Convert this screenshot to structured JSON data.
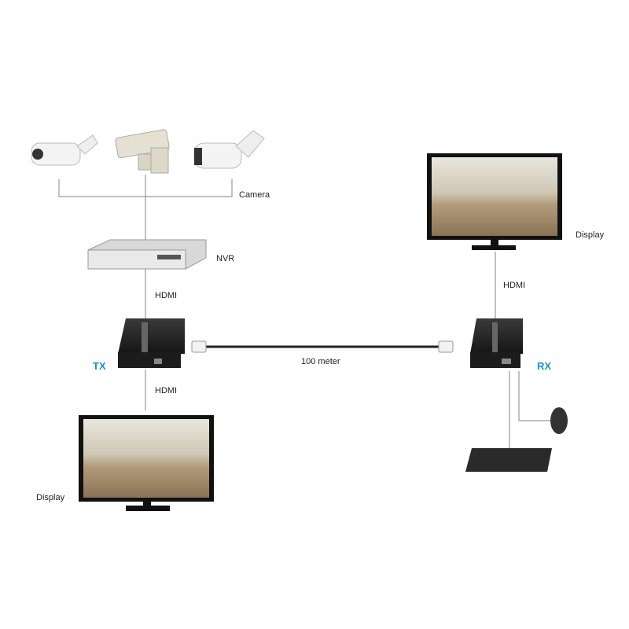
{
  "labels": {
    "camera": "Camera",
    "nvr": "NVR",
    "hdmi_nvr_tx": "HDMI",
    "tx": "TX",
    "hdmi_tx_display": "HDMI",
    "display_left": "Display",
    "cable": "100 meter",
    "display_right": "Display",
    "hdmi_rx_display": "HDMI",
    "rx": "RX"
  },
  "colors": {
    "accent": "#1b8fd6",
    "device": "#222222",
    "line": "#9a9a9a"
  }
}
